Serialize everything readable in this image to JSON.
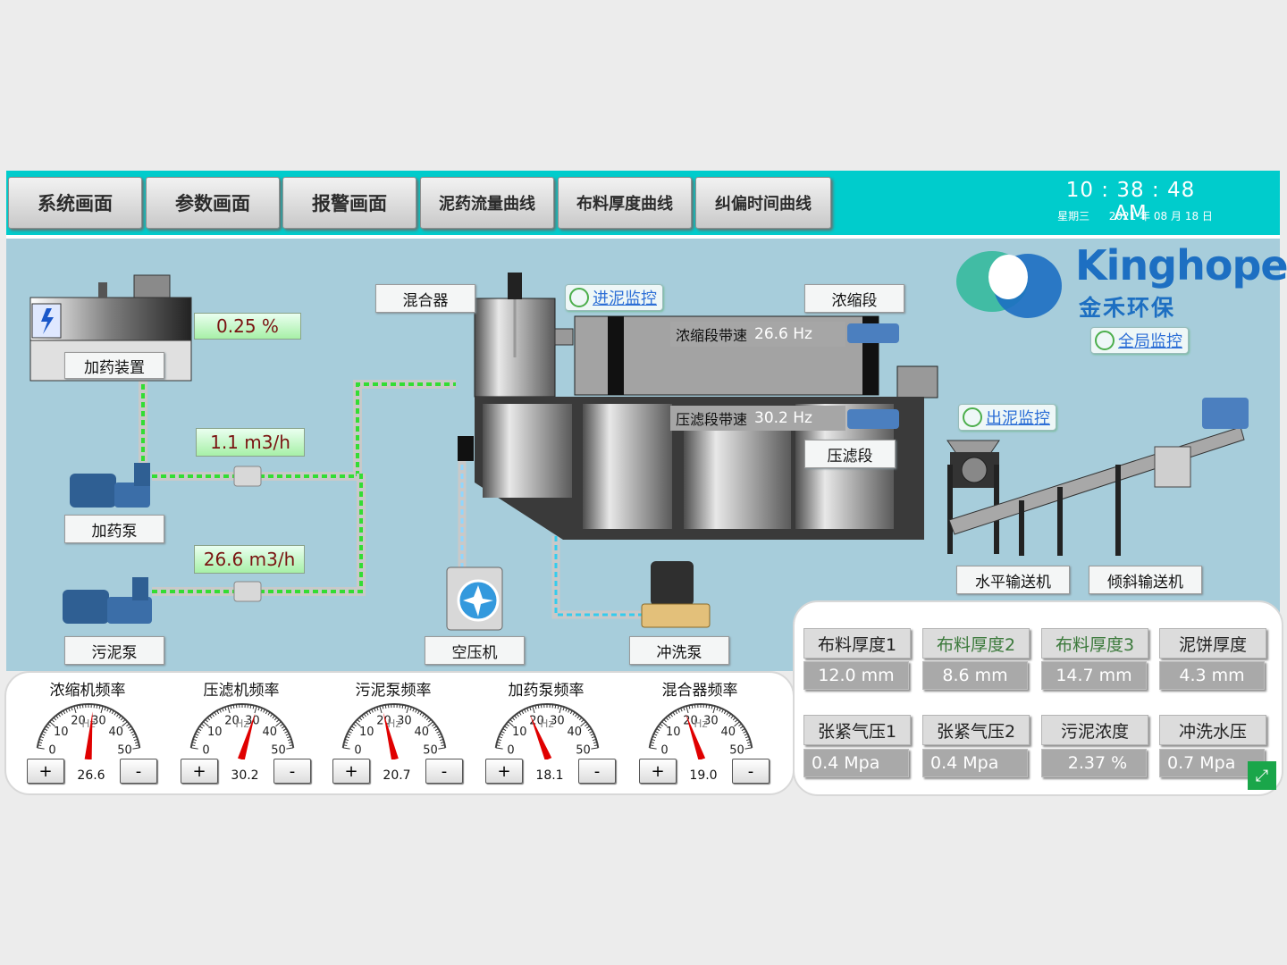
{
  "nav": [
    {
      "label": "系统画面"
    },
    {
      "label": "参数画面"
    },
    {
      "label": "报警画面"
    },
    {
      "label": "泥药流量曲线"
    },
    {
      "label": "布料厚度曲线"
    },
    {
      "label": "纠偏时间曲线"
    }
  ],
  "clock": {
    "time": "10 : 38 : 48  AM",
    "weekday": "星期三",
    "date": "2021 年 08 月 18 日"
  },
  "brand": {
    "name": "Kinghope",
    "cn": "金禾环保"
  },
  "equipment": {
    "dosing_device": "加药装置",
    "dosing_pump": "加药泵",
    "sludge_pump": "污泥泵",
    "mixer": "混合器",
    "air_compressor": "空压机",
    "flush_pump": "冲洗泵",
    "thickening": "浓缩段",
    "press": "压滤段",
    "horizontal_conveyor": "水平输送机",
    "incline_conveyor": "倾斜输送机"
  },
  "readouts": {
    "dosing_concentration": "0.25 %",
    "dosing_flow": "1.1 m3/h",
    "sludge_flow": "26.6 m3/h",
    "thickening_speed_label": "浓缩段带速",
    "thickening_speed": "26.6 Hz",
    "press_speed_label": "压滤段带速",
    "press_speed": "30.2 Hz"
  },
  "monitors": {
    "inlet": "进泥监控",
    "outlet": "出泥监控",
    "global": "全局监控"
  },
  "gauges": [
    {
      "title": "浓缩机频率",
      "value": "26.6",
      "reading": 26.6
    },
    {
      "title": "压滤机频率",
      "value": "30.2",
      "reading": 30.2
    },
    {
      "title": "污泥泵频率",
      "value": "20.7",
      "reading": 20.7
    },
    {
      "title": "加药泵频率",
      "value": "18.1",
      "reading": 18.1
    },
    {
      "title": "混合器频率",
      "value": "19.0",
      "reading": 19.0
    }
  ],
  "gauge_scale": {
    "ticks": [
      "0",
      "10",
      "20",
      "30",
      "40",
      "50"
    ],
    "unit": "Hz",
    "plus": "+",
    "minus": "-"
  },
  "params": [
    {
      "label": "布料厚度1",
      "value": "12.0 mm",
      "green": false
    },
    {
      "label": "布料厚度2",
      "value": "8.6 mm",
      "green": true
    },
    {
      "label": "布料厚度3",
      "value": "14.7 mm",
      "green": true
    },
    {
      "label": "泥饼厚度",
      "value": "4.3 mm",
      "green": false
    },
    {
      "label": "张紧气压1",
      "value": "0.4 Mpa",
      "green": false
    },
    {
      "label": "张紧气压2",
      "value": "0.4 Mpa",
      "green": false
    },
    {
      "label": "污泥浓度",
      "value": "2.37 %",
      "green": false
    },
    {
      "label": "冲洗水压",
      "value": "0.7 Mpa",
      "green": false
    }
  ],
  "colors": {
    "topbar": "#00cccc",
    "scene_bg": "#a7cddb",
    "needle": "#e00000",
    "pipe_flow": "#33dd33"
  }
}
